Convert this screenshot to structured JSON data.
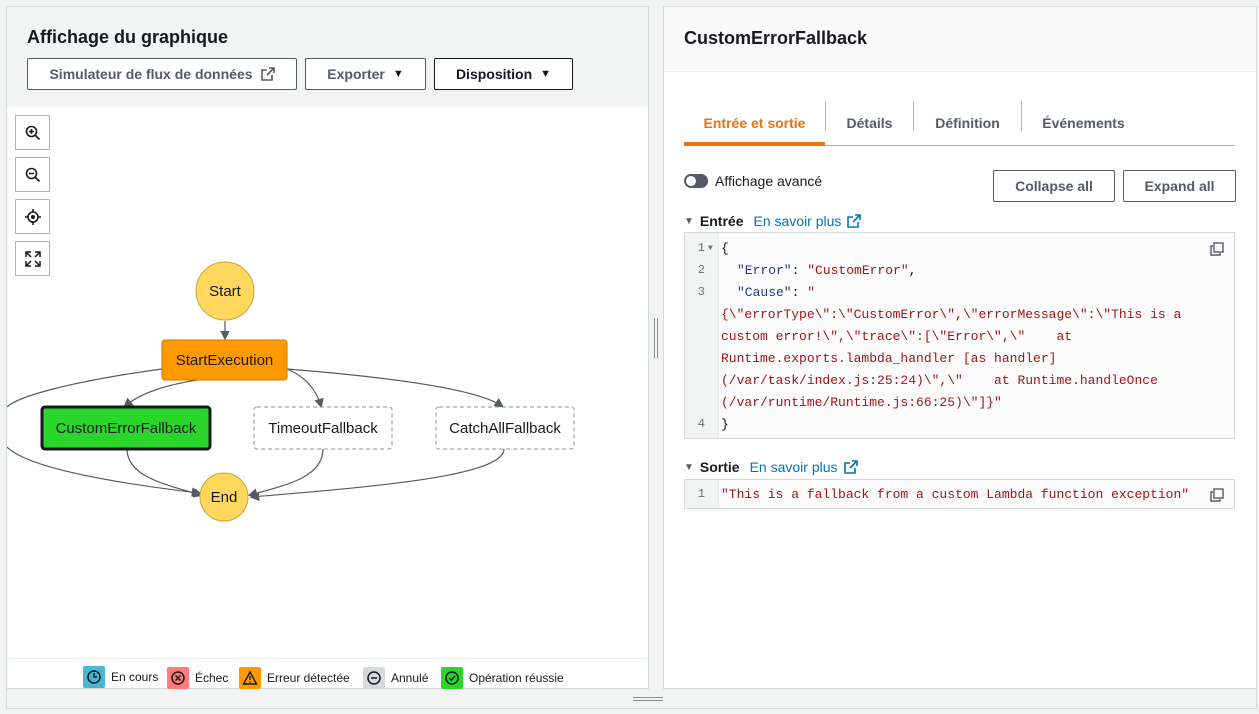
{
  "left_panel": {
    "title": "Affichage du graphique",
    "buttons": {
      "simulator": "Simulateur de flux de données",
      "export": "Exporter",
      "layout": "Disposition"
    },
    "zoom_controls": [
      "zoom-in-icon",
      "zoom-out-icon",
      "center-icon",
      "fit-to-screen-icon"
    ],
    "graph": {
      "nodes": {
        "start": "Start",
        "start_execution": "StartExecution",
        "custom_error_fallback": "CustomErrorFallback",
        "timeout_fallback": "TimeoutFallback",
        "catch_all_fallback": "CatchAllFallback",
        "end": "End"
      }
    },
    "legend": [
      {
        "label": "En cours",
        "color": "#44b9d6",
        "icon": "clock-icon"
      },
      {
        "label": "Échec",
        "color": "#ff7a7a",
        "icon": "x-circle-icon"
      },
      {
        "label": "Erreur détectée",
        "color": "#ff9900",
        "icon": "warning-icon"
      },
      {
        "label": "Annulé",
        "color": "#d5dbdb",
        "icon": "minus-circle-icon"
      },
      {
        "label": "Opération réussie",
        "color": "#2bd62b",
        "icon": "check-circle-icon"
      }
    ]
  },
  "right_panel": {
    "title": "CustomErrorFallback",
    "tabs": [
      {
        "label": "Entrée et sortie",
        "active": true
      },
      {
        "label": "Détails",
        "active": false
      },
      {
        "label": "Définition",
        "active": false
      },
      {
        "label": "Événements",
        "active": false
      }
    ],
    "advanced_view_label": "Affichage avancé",
    "collapse_all": "Collapse all",
    "expand_all": "Expand all",
    "input_section": {
      "title": "Entrée",
      "learn_more": "En savoir plus",
      "line_numbers": [
        "1",
        "2",
        "3",
        "4"
      ],
      "lines": {
        "l1": "{",
        "l2_key": "\"Error\"",
        "l2_colon": ": ",
        "l2_val": "\"CustomError\"",
        "l2_comma": ",",
        "l3_key": "\"Cause\"",
        "l3_colon": ": ",
        "l3_val_start": "\"",
        "l3_w1": "{\\\"errorType\\\":\\\"CustomError\\\",\\\"errorMessage\\\":\\\"This is a",
        "l3_w2": "custom error!\\\",\\\"trace\\\":[\\\"Error\\\",\\\"    at",
        "l3_w3": "Runtime.exports.lambda_handler [as handler]",
        "l3_w4": "(/var/task/index.js:25:24)\\\",\\\"    at Runtime.handleOnce",
        "l3_w5": "(/var/runtime/Runtime.js:66:25)\\\"]}\"",
        "l4": "}"
      }
    },
    "output_section": {
      "title": "Sortie",
      "learn_more": "En savoir plus",
      "line_numbers": [
        "1"
      ],
      "line1": "\"This is a fallback from a custom Lambda function exception\""
    }
  }
}
